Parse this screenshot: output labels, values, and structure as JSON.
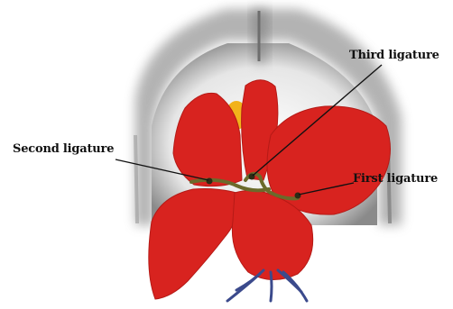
{
  "labels": {
    "third": "Third ligature",
    "second": "Second ligature",
    "first": "First ligature"
  },
  "colors": {
    "organ": "#d8231f",
    "organ_outline": "#a11010",
    "ligature": "#6b6a2b",
    "bladder": "#f2b21a",
    "cavity": "#8c8c8c",
    "vessels": "#3b4a8c"
  }
}
